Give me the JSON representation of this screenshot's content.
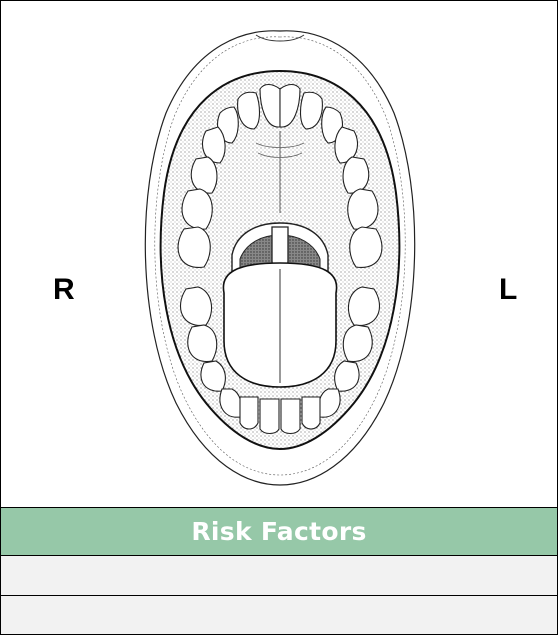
{
  "diagram": {
    "right_label": "R",
    "left_label": "L",
    "illustration": "open-mouth-oral-cavity-diagram"
  },
  "table": {
    "header": "Risk Factors",
    "rows": [
      "",
      ""
    ],
    "header_color": "#96c8a8",
    "row_color": "#f2f2f2"
  }
}
